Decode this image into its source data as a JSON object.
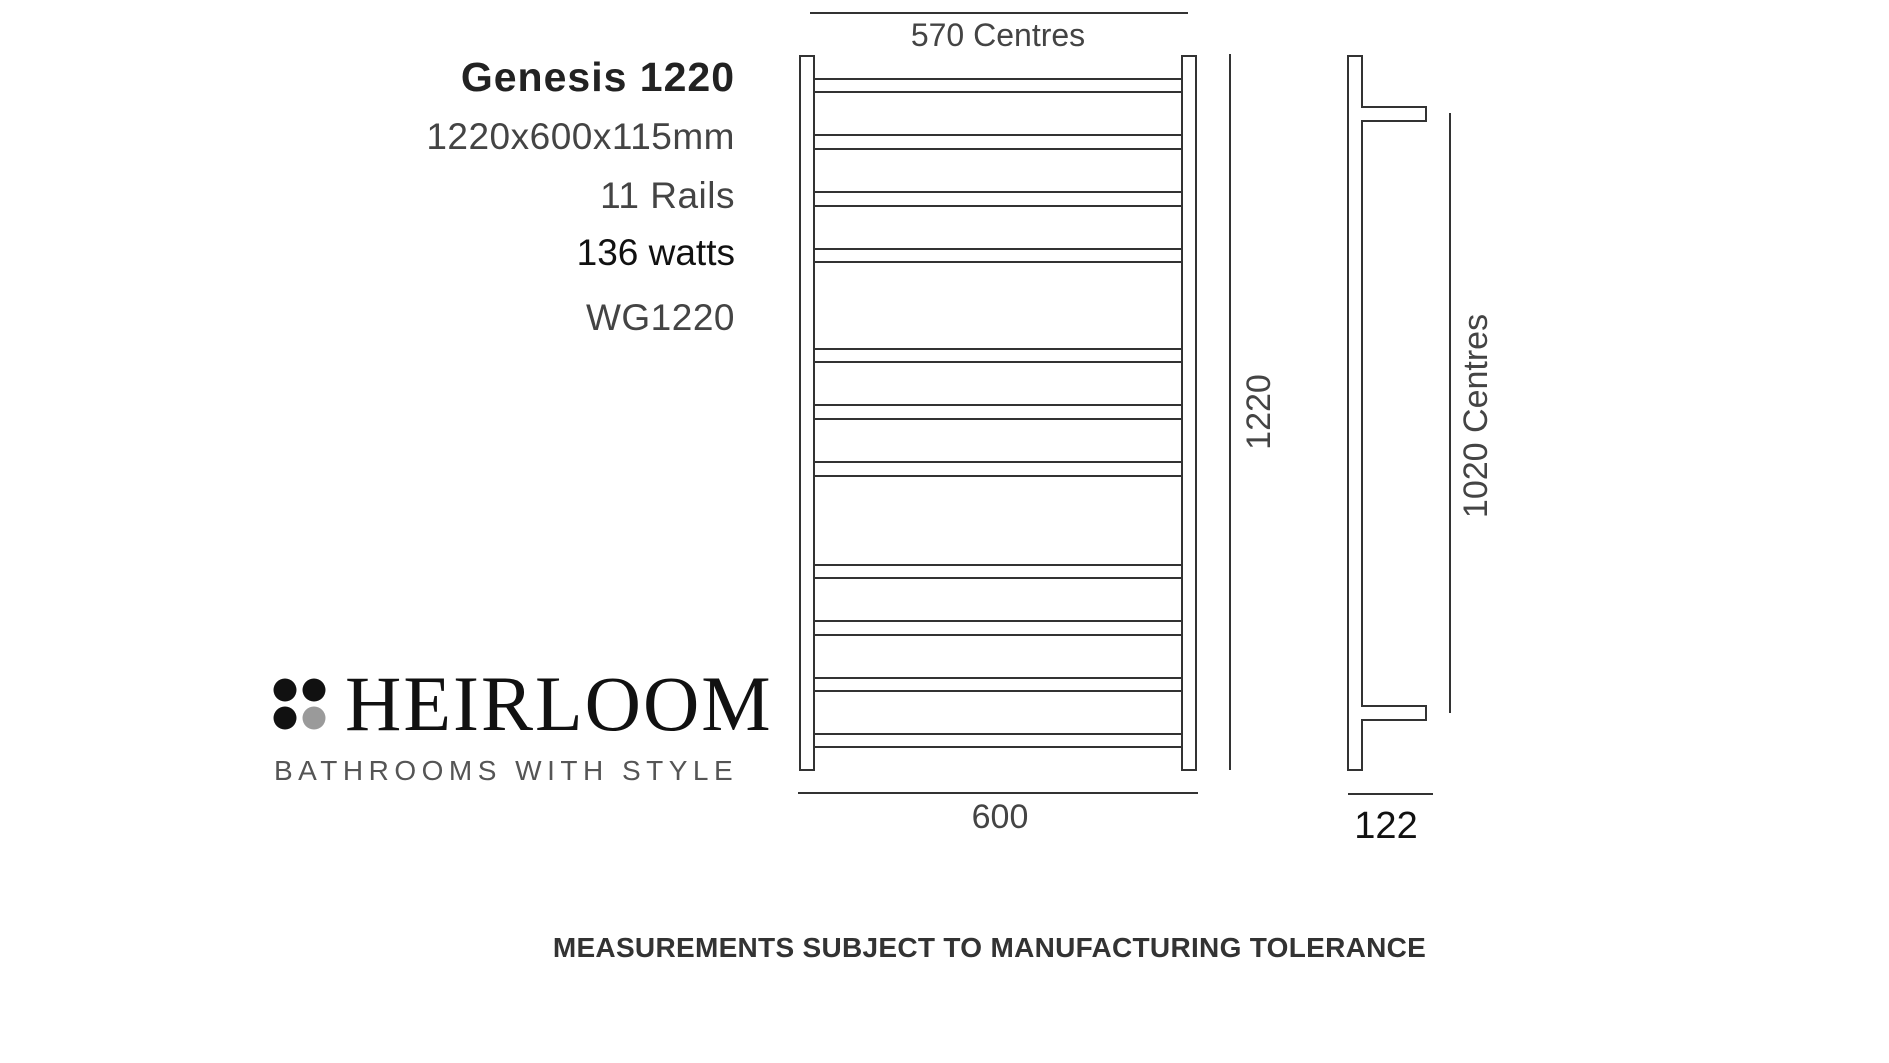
{
  "product": {
    "name": "Genesis 1220",
    "dimensions": "1220x600x115mm",
    "rails": "11 Rails",
    "wattage": "136 watts",
    "code": "WG1220"
  },
  "drawing": {
    "top_width_label": "570 Centres",
    "height_label": "1220",
    "bottom_width_label": "600",
    "side_centres_label": "1020 Centres",
    "depth_label": "122",
    "line_color": "#333333"
  },
  "brand": {
    "name": "HEIRLOOM",
    "tagline": "BATHROOMS WITH STYLE",
    "dot_color": "#111111",
    "dot_accent_color": "#9a9a9a"
  },
  "footer": {
    "notice": "MEASUREMENTS SUBJECT TO MANUFACTURING TOLERANCE"
  }
}
